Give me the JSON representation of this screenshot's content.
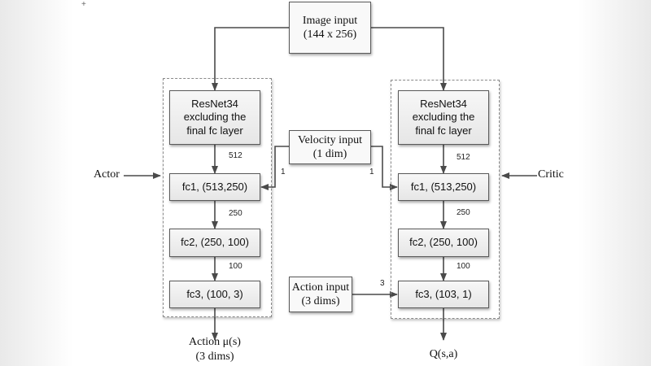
{
  "corner_mark": "+",
  "image_input": {
    "line1": "Image input",
    "line2": "(144 x 256)"
  },
  "velocity_input": {
    "line1": "Velocity input",
    "line2": "(1 dim)"
  },
  "action_input": {
    "line1": "Action input",
    "line2": "(3 dims)"
  },
  "actor": {
    "label": "Actor",
    "resnet": {
      "line1": "ResNet34",
      "line2": "excluding the",
      "line3": "final fc layer"
    },
    "fc1": "fc1, (513,250)",
    "fc2": "fc2, (250, 100)",
    "fc3": "fc3, (100, 3)",
    "edge_resnet_fc1": "512",
    "edge_velocity": "1",
    "edge_fc1_fc2": "250",
    "edge_fc2_fc3": "100",
    "output": {
      "line1": "Action μ(s)",
      "line2": "(3 dims)"
    }
  },
  "critic": {
    "label": "Critic",
    "resnet": {
      "line1": "ResNet34",
      "line2": "excluding the",
      "line3": "final fc layer"
    },
    "fc1": "fc1, (513,250)",
    "fc2": "fc2, (250, 100)",
    "fc3": "fc3, (103, 1)",
    "edge_resnet_fc1": "512",
    "edge_velocity": "1",
    "edge_fc1_fc2": "250",
    "edge_fc2_fc3": "100",
    "edge_action": "3",
    "output": "Q(s,a)"
  },
  "colors": {
    "line": "#4a4a4a",
    "box_border": "#5a5a5a",
    "dashed": "#8a8a8a"
  }
}
